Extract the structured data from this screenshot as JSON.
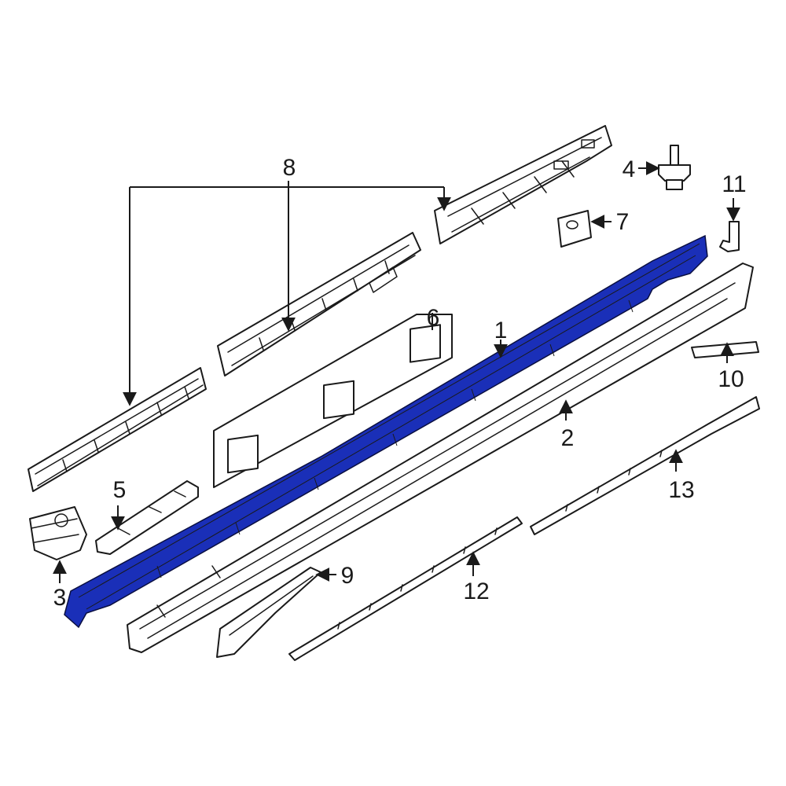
{
  "diagram": {
    "highlight_color": "#1a2fb8",
    "outline_color": "#1a1a1a",
    "background_color": "#ffffff",
    "callouts": [
      {
        "id": "1",
        "label": "1"
      },
      {
        "id": "2",
        "label": "2"
      },
      {
        "id": "3",
        "label": "3"
      },
      {
        "id": "4",
        "label": "4"
      },
      {
        "id": "5",
        "label": "5"
      },
      {
        "id": "6",
        "label": "6"
      },
      {
        "id": "7",
        "label": "7"
      },
      {
        "id": "8",
        "label": "8"
      },
      {
        "id": "9",
        "label": "9"
      },
      {
        "id": "10",
        "label": "10"
      },
      {
        "id": "11",
        "label": "11"
      },
      {
        "id": "12",
        "label": "12"
      },
      {
        "id": "13",
        "label": "13"
      }
    ]
  }
}
